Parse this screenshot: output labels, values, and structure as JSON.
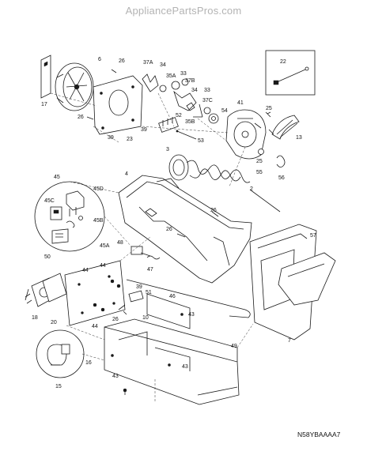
{
  "header": {
    "site": "AppliancePartsPros.com"
  },
  "diagram": {
    "part_code": "N58YBAAAA7",
    "labels": [
      {
        "id": "l6",
        "text": "6"
      },
      {
        "id": "l26a",
        "text": "26"
      },
      {
        "id": "l17",
        "text": "17"
      },
      {
        "id": "l26b",
        "text": "26"
      },
      {
        "id": "l39a",
        "text": "39"
      },
      {
        "id": "l39b",
        "text": "39"
      },
      {
        "id": "l23",
        "text": "23"
      },
      {
        "id": "l37A",
        "text": "37A"
      },
      {
        "id": "l34a",
        "text": "34"
      },
      {
        "id": "l35A",
        "text": "35A"
      },
      {
        "id": "l33a",
        "text": "33"
      },
      {
        "id": "l37B",
        "text": "37B"
      },
      {
        "id": "l34b",
        "text": "34"
      },
      {
        "id": "l33b",
        "text": "33"
      },
      {
        "id": "l37C",
        "text": "37C"
      },
      {
        "id": "l35B",
        "text": "35B"
      },
      {
        "id": "l52",
        "text": "52"
      },
      {
        "id": "l54",
        "text": "54"
      },
      {
        "id": "l53",
        "text": "53"
      },
      {
        "id": "l41",
        "text": "41"
      },
      {
        "id": "l22",
        "text": "22"
      },
      {
        "id": "l25a",
        "text": "25"
      },
      {
        "id": "l13",
        "text": "13"
      },
      {
        "id": "l25b",
        "text": "25"
      },
      {
        "id": "l55",
        "text": "55"
      },
      {
        "id": "l56",
        "text": "56"
      },
      {
        "id": "l3",
        "text": "3"
      },
      {
        "id": "l4",
        "text": "4"
      },
      {
        "id": "l2",
        "text": "2"
      },
      {
        "id": "l45",
        "text": "45"
      },
      {
        "id": "l45D",
        "text": "45D"
      },
      {
        "id": "l45C",
        "text": "45C"
      },
      {
        "id": "l45B",
        "text": "45B"
      },
      {
        "id": "l50",
        "text": "50"
      },
      {
        "id": "l45A",
        "text": "45A"
      },
      {
        "id": "l26c",
        "text": "26"
      },
      {
        "id": "l26d",
        "text": "26"
      },
      {
        "id": "l48",
        "text": "48"
      },
      {
        "id": "l57",
        "text": "57"
      },
      {
        "id": "l44a",
        "text": "44"
      },
      {
        "id": "l44b",
        "text": "44"
      },
      {
        "id": "l39c",
        "text": "39"
      },
      {
        "id": "l47",
        "text": "47"
      },
      {
        "id": "l51",
        "text": "51"
      },
      {
        "id": "l46",
        "text": "46"
      },
      {
        "id": "l18",
        "text": "18"
      },
      {
        "id": "l20",
        "text": "20"
      },
      {
        "id": "l44c",
        "text": "44"
      },
      {
        "id": "l26e",
        "text": "26"
      },
      {
        "id": "l10",
        "text": "10"
      },
      {
        "id": "l43a",
        "text": "43"
      },
      {
        "id": "l7",
        "text": "7"
      },
      {
        "id": "l49",
        "text": "49"
      },
      {
        "id": "l16",
        "text": "16"
      },
      {
        "id": "l43b",
        "text": "43"
      },
      {
        "id": "l15",
        "text": "15"
      },
      {
        "id": "l43c",
        "text": "43"
      }
    ]
  }
}
